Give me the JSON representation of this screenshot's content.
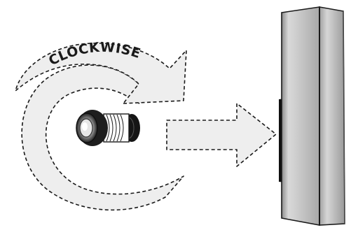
{
  "diagram": {
    "rotation_label": "CLOCKWISE",
    "colors": {
      "outline": "#1a1a1a",
      "arrow_fill": "#eeeeee",
      "panel_light": "#d9d9d9",
      "panel_mid": "#bdbdbd",
      "panel_dark": "#8c8c8c",
      "cap_black": "#111111"
    },
    "icons": [
      "curved-clockwise-arrow",
      "wheel-cylinder-part",
      "straight-right-arrow",
      "device-side-panel"
    ]
  }
}
